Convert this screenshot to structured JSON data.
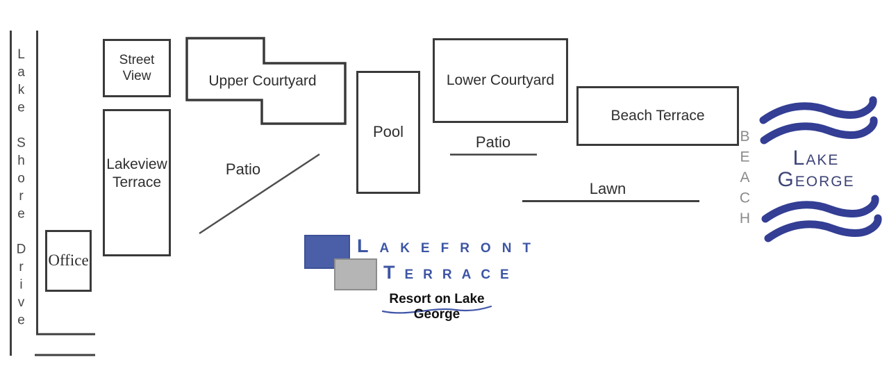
{
  "map": {
    "road_label": "Lake Shore Drive",
    "buildings": {
      "street_view": "Street View",
      "lakeview_terrace": "Lakeview Terrace",
      "office": "Office",
      "upper_courtyard": "Upper Courtyard",
      "pool": "Pool",
      "lower_courtyard": "Lower Courtyard",
      "beach_terrace": "Beach Terrace"
    },
    "areas": {
      "patio_upper": "Patio",
      "patio_lower": "Patio",
      "lawn": "Lawn"
    },
    "beach_label": "BEACH",
    "lake_name": {
      "line1": "Lake",
      "line2": "George"
    }
  },
  "logo": {
    "name_line1": "Lakefront",
    "name_line2": "Terrace",
    "tagline": "Resort on Lake George"
  },
  "colors": {
    "line": "#3f3f3f",
    "box_border": "#3a3a3a",
    "wave_blue": "#333e94",
    "logo_blue_square": "#4a5fa8",
    "logo_gray_square": "#b5b5b5",
    "logo_text_blue": "#3d55a4",
    "lake_text_navy": "#3d4377",
    "beach_text_gray": "#8a8a8a",
    "tagline_black": "#111111"
  }
}
